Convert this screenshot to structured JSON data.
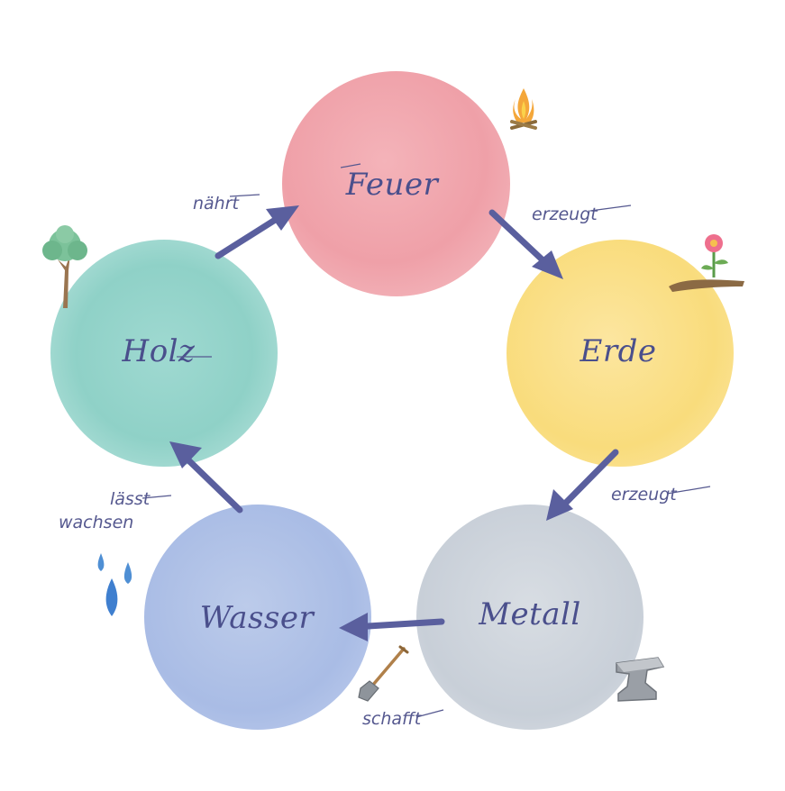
{
  "diagram": {
    "nodes": {
      "feuer": {
        "label": "Feuer",
        "color": "#f2a7ae"
      },
      "erde": {
        "label": "Erde",
        "color": "#fbe28f"
      },
      "metall": {
        "label": "Metall",
        "color": "#cfd5dd"
      },
      "wasser": {
        "label": "Wasser",
        "color": "#b2c3e8"
      },
      "holz": {
        "label": "Holz",
        "color": "#a9ddd6"
      }
    },
    "edges": [
      {
        "from": "holz",
        "to": "feuer",
        "label": "nährt"
      },
      {
        "from": "feuer",
        "to": "erde",
        "label": "erzeugt"
      },
      {
        "from": "erde",
        "to": "metall",
        "label": "erzeugt"
      },
      {
        "from": "metall",
        "to": "wasser",
        "label": "schafft"
      },
      {
        "from": "wasser",
        "to": "holz",
        "label_line1": "lässt",
        "label_line2": "wachsen"
      }
    ],
    "arrow_color": "#5a5f9e",
    "icons": [
      "campfire-icon",
      "flower-icon",
      "tree-icon",
      "water-drops-icon",
      "anvil-icon",
      "shovel-icon"
    ]
  }
}
